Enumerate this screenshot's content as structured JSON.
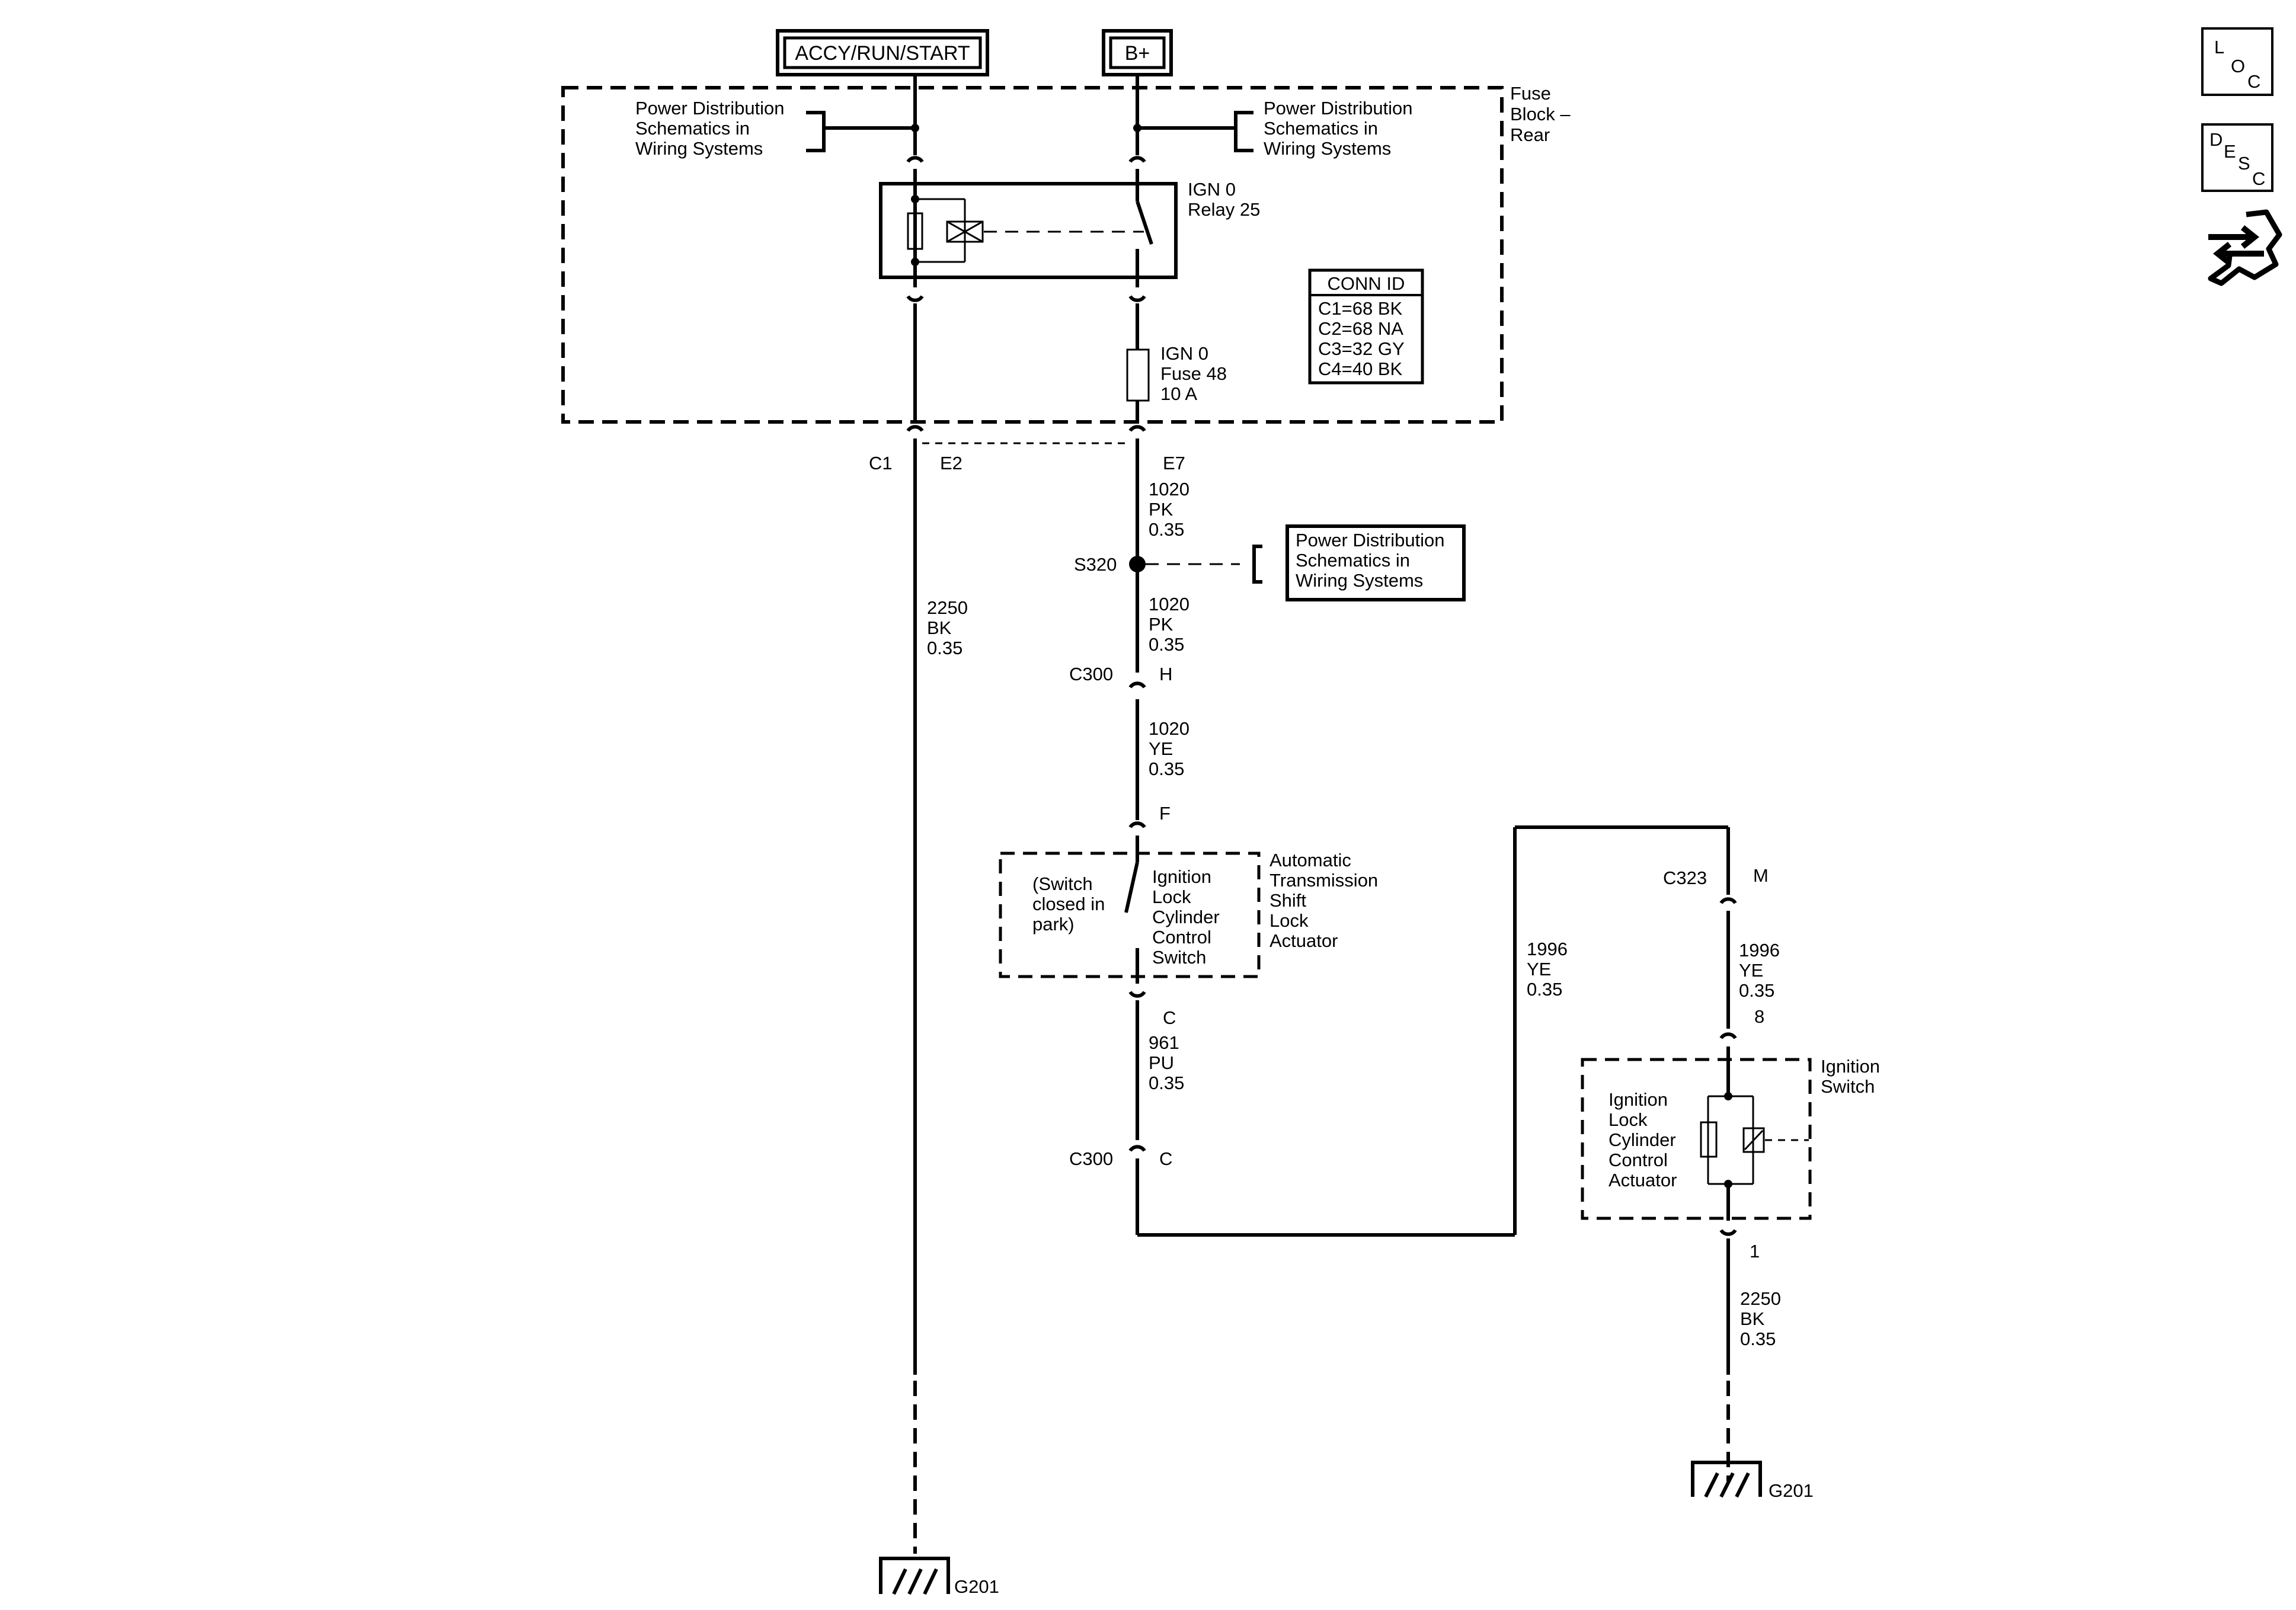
{
  "sources": {
    "accy": "ACCY/RUN/START",
    "bplus": "B+"
  },
  "fuse_block": {
    "name_lines": [
      "Fuse",
      "Block –",
      "Rear"
    ],
    "pds_left": [
      "Power Distribution",
      "Schematics in",
      "Wiring Systems"
    ],
    "pds_right": [
      "Power Distribution",
      "Schematics in",
      "Wiring Systems"
    ],
    "relay_lines": [
      "IGN 0",
      "Relay 25"
    ],
    "fuse_lines": [
      "IGN 0",
      "Fuse 48",
      "10 A"
    ],
    "conn_id": {
      "title": "CONN ID",
      "rows": [
        "C1=68 BK",
        "C2=68 NA",
        "C3=32 GY",
        "C4=40 BK"
      ]
    }
  },
  "connectors": {
    "c1": "C1",
    "e2": "E2",
    "e7": "E7",
    "s320": "S320",
    "c300_top": "C300",
    "h": "H",
    "f": "F",
    "c_top": "C",
    "c300_bottom": "C300",
    "c_bottom": "C",
    "c323": "C323",
    "m": "M",
    "pin8": "8",
    "pin1": "1"
  },
  "wires": {
    "w2250_left": [
      "2250",
      "BK",
      "0.35"
    ],
    "w1020_a": [
      "1020",
      "PK",
      "0.35"
    ],
    "w1020_b": [
      "1020",
      "PK",
      "0.35"
    ],
    "w1020_ye": [
      "1020",
      "YE",
      "0.35"
    ],
    "w961": [
      "961",
      "PU",
      "0.35"
    ],
    "w1996_left": [
      "1996",
      "YE",
      "0.35"
    ],
    "w1996_right": [
      "1996",
      "YE",
      "0.35"
    ],
    "w2250_right": [
      "2250",
      "BK",
      "0.35"
    ]
  },
  "pds_mid": [
    "Power Distribution",
    "Schematics in",
    "Wiring Systems"
  ],
  "shift_lock": {
    "note_lines": [
      "(Switch",
      "closed in",
      "park)"
    ],
    "switch_lines": [
      "Ignition",
      "Lock",
      "Cylinder",
      "Control",
      "Switch"
    ],
    "name_lines": [
      "Automatic",
      "Transmission",
      "Shift",
      "Lock",
      "Actuator"
    ]
  },
  "ignition_switch": {
    "name_lines": [
      "Ignition",
      "Switch"
    ],
    "actuator_lines": [
      "Ignition",
      "Lock",
      "Cylinder",
      "Control",
      "Actuator"
    ]
  },
  "grounds": {
    "left": "G201",
    "right": "G201"
  },
  "side_icons": {
    "loc": [
      "L",
      "O",
      "C"
    ],
    "desc": [
      "D",
      "E",
      "S",
      "C"
    ],
    "nav": "hand-arrows-icon"
  }
}
